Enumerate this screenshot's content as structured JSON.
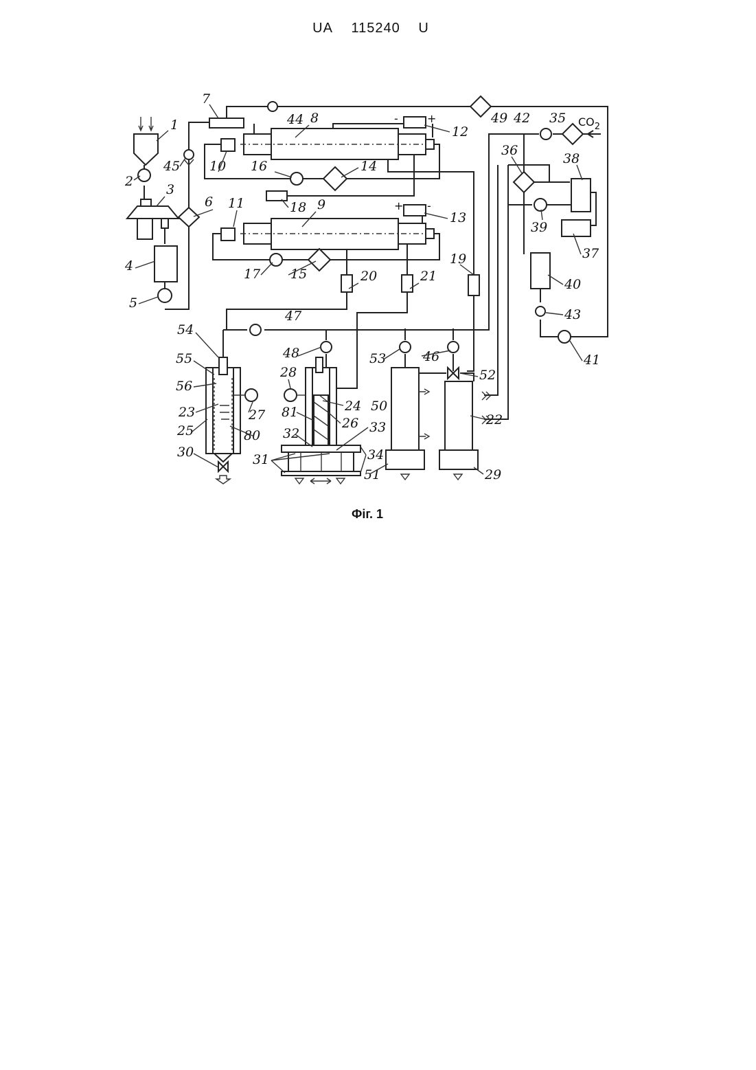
{
  "header": {
    "country": "UA",
    "number": "115240",
    "kind": "U"
  },
  "figure": {
    "caption": "Фіг. 1",
    "gas_label_main": "CO",
    "gas_label_sub": "2",
    "polarity_plus": "+",
    "polarity_minus": "-",
    "labels": {
      "l1": "1",
      "l2": "2",
      "l3": "3",
      "l4": "4",
      "l5": "5",
      "l6": "6",
      "l7": "7",
      "l8": "8",
      "l9": "9",
      "l10": "10",
      "l11": "11",
      "l12": "12",
      "l13": "13",
      "l14": "14",
      "l15": "15",
      "l16": "16",
      "l17": "17",
      "l18": "18",
      "l19": "19",
      "l20": "20",
      "l21": "21",
      "l22": "22",
      "l23": "23",
      "l24": "24",
      "l25": "25",
      "l26": "26",
      "l27": "27",
      "l28": "28",
      "l29": "29",
      "l30": "30",
      "l31": "31",
      "l32": "32",
      "l33": "33",
      "l34": "34",
      "l35": "35",
      "l36": "36",
      "l37": "37",
      "l38": "38",
      "l39": "39",
      "l40": "40",
      "l41": "41",
      "l42": "42",
      "l43": "43",
      "l44": "44",
      "l45": "45",
      "l46": "46",
      "l47": "47",
      "l48": "48",
      "l49": "49",
      "l50": "50",
      "l51": "51",
      "l52": "52",
      "l53": "53",
      "l54": "54",
      "l55": "55",
      "l56": "56",
      "l80": "80",
      "l81": "81"
    }
  }
}
